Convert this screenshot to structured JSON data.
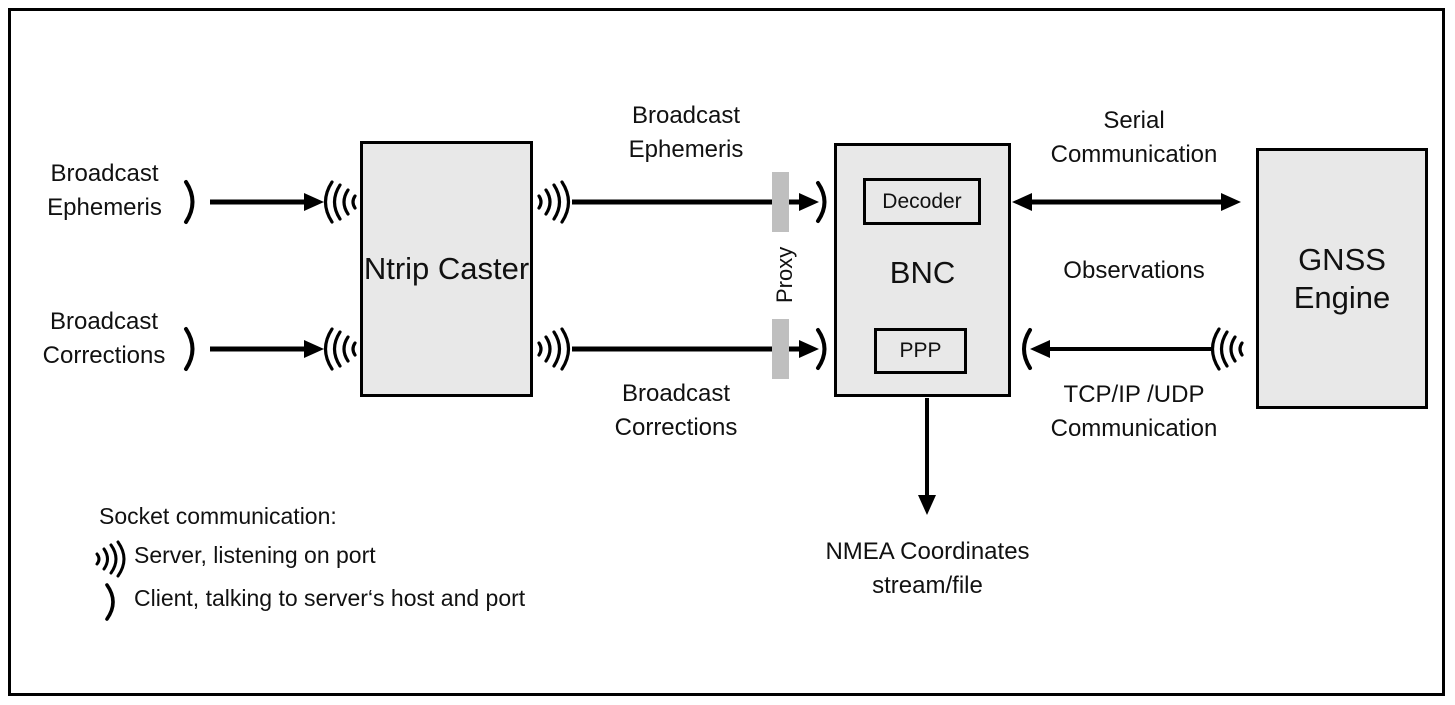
{
  "diagram": {
    "title": "BNC GNSS data flow diagram",
    "colors": {
      "box_fill": "#e8e8e8",
      "box_border": "#000000",
      "proxy_bar": "#bfbfbf",
      "text": "#111111",
      "background": "#ffffff"
    }
  },
  "nodes": {
    "ntrip_caster": "Ntrip\nCaster",
    "bnc": "BNC",
    "gnss_engine": "GNSS\nEngine",
    "decoder": "Decoder",
    "ppp": "PPP"
  },
  "edge_labels": {
    "broadcast_ephemeris_in": "Broadcast\nEphemeris",
    "broadcast_corrections_in": "Broadcast\nCorrections",
    "broadcast_ephemeris_mid": "Broadcast\nEphemeris",
    "broadcast_corrections_mid": "Broadcast\nCorrections",
    "proxy": "Proxy",
    "serial_communication": "Serial\nCommunication",
    "observations": "Observations",
    "tcpip_udp_communication": "TCP/IP /UDP\nCommunication",
    "nmea_output": "NMEA Coordinates\nstream/file"
  },
  "legend": {
    "title": "Socket communication:",
    "items": [
      {
        "icon": "server-signal-icon",
        "label": "Server, listening on port"
      },
      {
        "icon": "client-arc-icon",
        "label": "Client, talking to server‘s host and port"
      }
    ]
  },
  "icons": {
    "server_right": "server-signal-right-icon",
    "server_left": "server-signal-left-icon",
    "client_right": "client-arc-right-icon",
    "client_left": "client-arc-left-icon"
  }
}
